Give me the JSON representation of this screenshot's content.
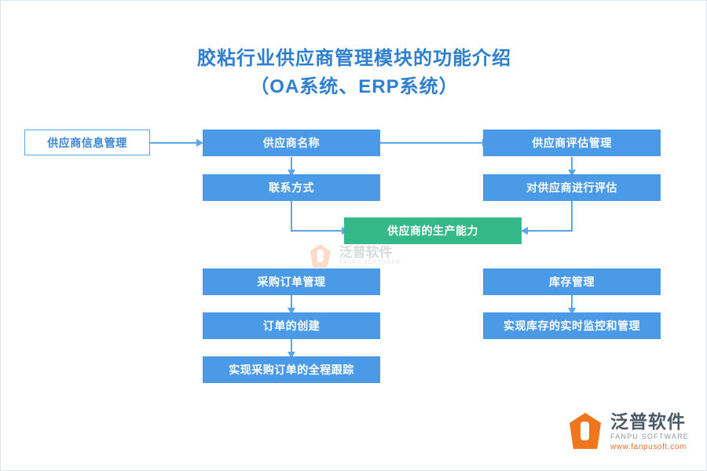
{
  "title": {
    "line1": "胶粘行业供应商管理模块的功能介绍",
    "line2": "（OA系统、ERP系统）",
    "color": "#2f7fd0"
  },
  "colors": {
    "blue": "#4a9ae8",
    "green": "#35b98a",
    "outline_border": "#5aa6e8",
    "outline_text": "#3a86d6",
    "connector": "#5aa6e8"
  },
  "nodes": [
    {
      "id": "supplier-info-management",
      "label": "供应商信息管理",
      "style": "outline"
    },
    {
      "id": "supplier-name",
      "label": "供应商名称",
      "style": "blue"
    },
    {
      "id": "contact-method",
      "label": "联系方式",
      "style": "blue"
    },
    {
      "id": "supplier-evaluation-management",
      "label": "供应商评估管理",
      "style": "blue"
    },
    {
      "id": "evaluate-supplier",
      "label": "对供应商进行评估",
      "style": "blue"
    },
    {
      "id": "supplier-production-capacity",
      "label": "供应商的生产能力",
      "style": "green"
    },
    {
      "id": "purchase-order-management",
      "label": "采购订单管理",
      "style": "blue"
    },
    {
      "id": "order-creation",
      "label": "订单的创建",
      "style": "blue"
    },
    {
      "id": "full-process-tracking",
      "label": "实现采购订单的全程跟踪",
      "style": "blue"
    },
    {
      "id": "inventory-management",
      "label": "库存管理",
      "style": "blue"
    },
    {
      "id": "realtime-inventory-monitoring",
      "label": "实现库存的实时监控和管理",
      "style": "blue"
    }
  ],
  "watermark": {
    "brand_cn": "泛普软件",
    "brand_en": "FANPU SOFTWARE"
  },
  "logo": {
    "brand_cn": "泛普软件",
    "brand_en": "FANPU SOFTWARE",
    "url": "www.fanpusoft.com"
  }
}
